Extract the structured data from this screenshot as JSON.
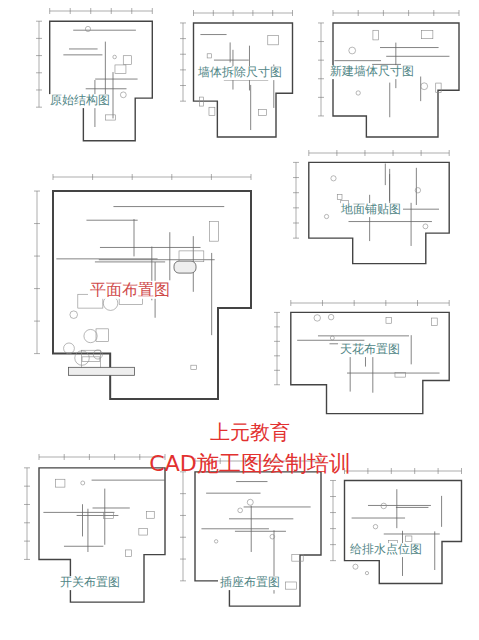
{
  "diagram": {
    "nodes": [
      {
        "text": [
          "原始结构图"
        ]
      },
      {
        "text": [
          "墙体拆除尺寸图"
        ]
      },
      {
        "text": [
          "新建墙体尺寸图"
        ]
      },
      {
        "text": [
          "平面布置图"
        ]
      },
      {
        "text": [
          "地面铺贴图"
        ]
      },
      {
        "text": [
          "天花布置图"
        ]
      },
      {
        "text": [
          "开关布置图"
        ]
      },
      {
        "text": [
          "插座布置图"
        ]
      },
      {
        "text": [
          "给排水点位图"
        ]
      }
    ],
    "labels": [
      "上元教育",
      "CAD施工图绘制培训"
    ]
  }
}
